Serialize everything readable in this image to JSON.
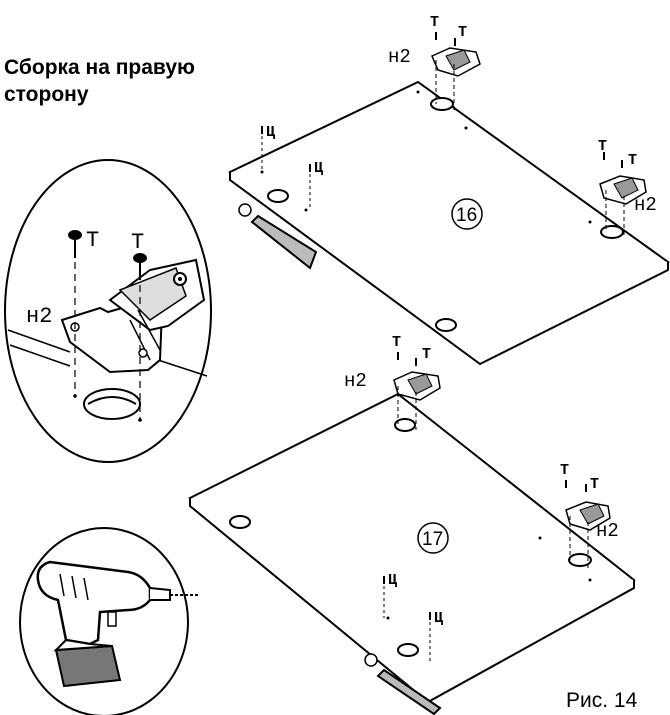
{
  "title": "Сборка на правую сторону",
  "caption": "Рис. 14",
  "labels": {
    "screw": "Т",
    "hinge": "н2",
    "dowel": "Ц",
    "panel_top": "16",
    "panel_bottom": "17"
  }
}
